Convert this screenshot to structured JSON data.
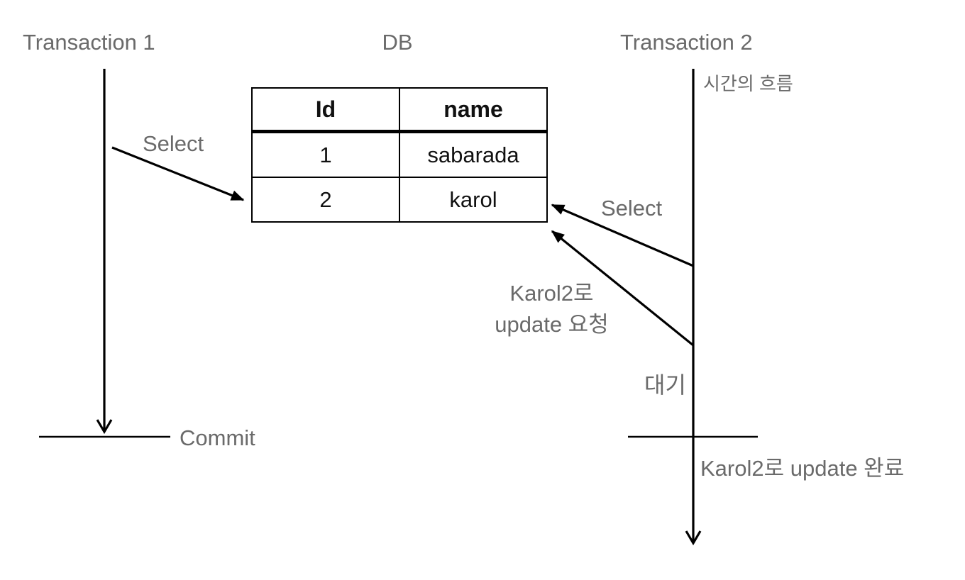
{
  "labels": {
    "transaction1": "Transaction 1",
    "db": "DB",
    "transaction2": "Transaction 2",
    "time_flow": "시간의 흐름",
    "select_t1": "Select",
    "select_t2": "Select",
    "update_request": [
      "Karol2로",
      "update 요청"
    ],
    "wait": "대기",
    "commit": "Commit",
    "update_done": "Karol2로 update 완료"
  },
  "table": {
    "headers": [
      "Id",
      "name"
    ],
    "rows": [
      [
        "1",
        "sabarada"
      ],
      [
        "2",
        "karol"
      ]
    ]
  },
  "colors": {
    "label_gray": "#6a6a6a",
    "line_black": "#000000",
    "table_text": "#111111",
    "background": "#ffffff"
  }
}
